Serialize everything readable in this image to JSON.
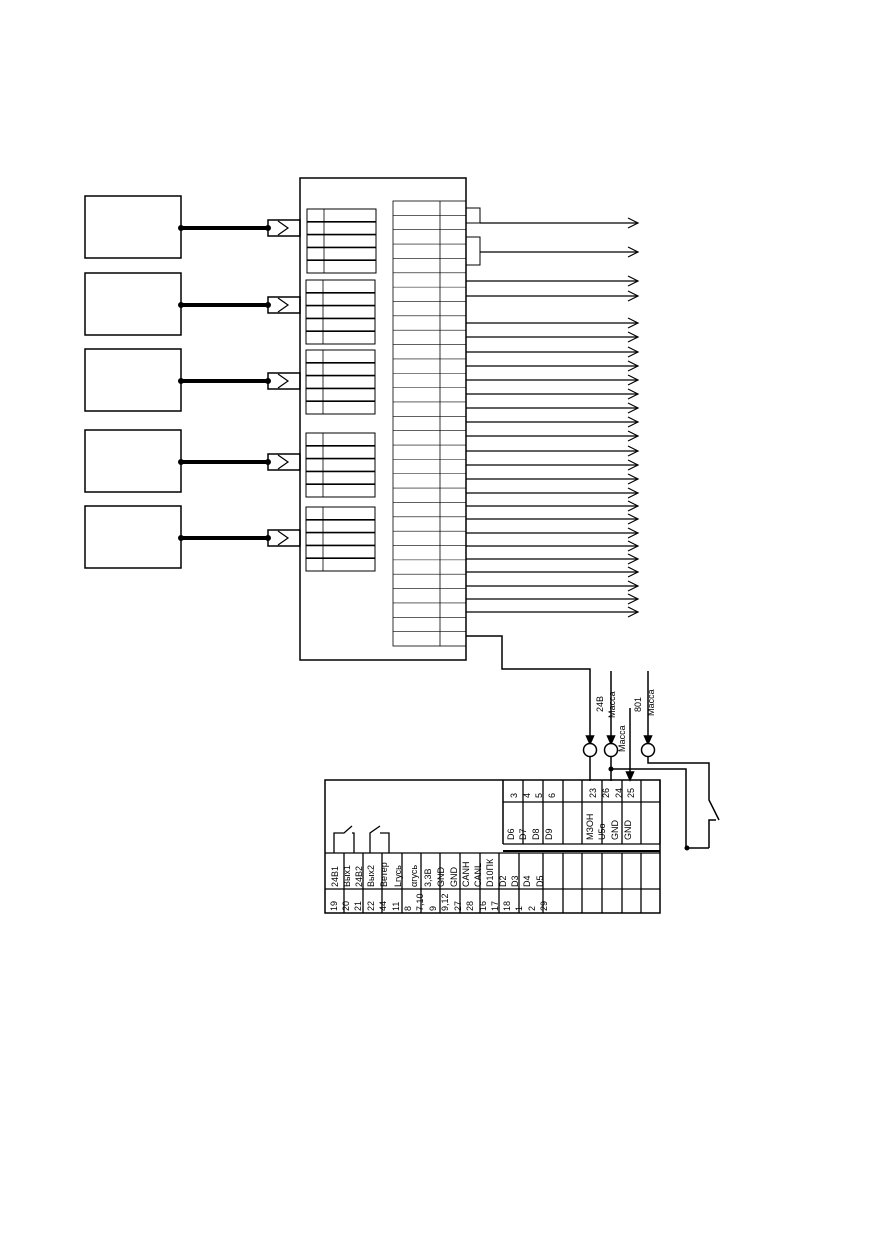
{
  "power_labels": [
    "24В",
    "Масса",
    "Масса",
    "801",
    "Масса"
  ],
  "connector_right_numbers": [
    "3",
    "4",
    "5",
    "6",
    "23",
    "26",
    "24",
    "25"
  ],
  "connector_right_signals": [
    "D6",
    "D7",
    "D8",
    "D9",
    "МЗОН",
    "U5o",
    "GND",
    "GND"
  ],
  "connector_left_numbers": [
    "19",
    "20",
    "21",
    "22",
    "44",
    "11",
    "8",
    "7,10",
    "9",
    "9,12",
    "27",
    "28",
    "16",
    "17",
    "18",
    "1",
    "2",
    "29"
  ],
  "connector_left_signals": [
    "24В1",
    "Вых1",
    "24В2",
    "Вых2",
    "Ветер",
    "Lгусь",
    "αгусь",
    "3,3В",
    "GND",
    "GND",
    "CANH",
    "CANL",
    "D10ПК",
    "D2",
    "D3",
    "D4",
    "D5"
  ],
  "colors": {
    "line": "#000000",
    "background": "#ffffff"
  }
}
